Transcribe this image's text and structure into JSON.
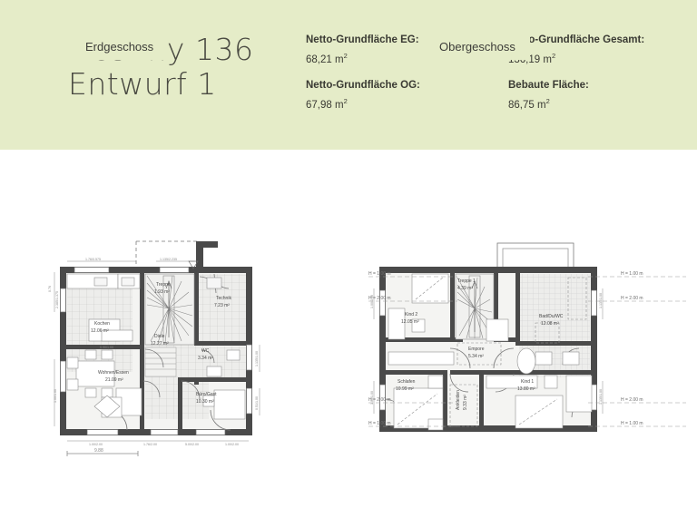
{
  "header": {
    "title_line1": "Destiny 136",
    "title_line2": "Entwurf 1",
    "background_color": "#e5ecc8",
    "stats": [
      {
        "label": "Netto-Grundfläche EG:",
        "value": "68,21 m",
        "unit": "2"
      },
      {
        "label": "Netto-Grundfläche OG:",
        "value": "67,98 m",
        "unit": "2"
      },
      {
        "label": "Netto-Grundfläche Gesamt:",
        "value": "136,19 m",
        "unit": "2"
      },
      {
        "label": "Bebaute Fläche:",
        "value": "86,75 m",
        "unit": "2"
      }
    ]
  },
  "floors": {
    "eg": {
      "badge": "Erdgeschoss",
      "rooms": [
        {
          "name": "Kochen",
          "area": "12.06 m²"
        },
        {
          "name": "Treppe",
          "area": "1.93 m²"
        },
        {
          "name": "Diele",
          "area": "12.27 m²"
        },
        {
          "name": "Technik",
          "area": "7.23 m²"
        },
        {
          "name": "WC",
          "area": "3.34 m²"
        },
        {
          "name": "Wohnen/Essen",
          "area": "21.09 m²"
        },
        {
          "name": "Büro/Gast",
          "area": "10.30 m²"
        }
      ],
      "overall_dimension": "9.88",
      "dimension_labels": [
        "1.76/0.575",
        "1.135/2.235",
        "1.00/2.00",
        "1.76/2.00",
        "5.00/2.00",
        "1.00/2.00",
        "0.76",
        "2.385/1.375",
        "1.00/1.00",
        "1.135/1.00",
        "0.51/1.00",
        "0.90/1.00"
      ]
    },
    "og": {
      "badge": "Obergeschoss",
      "rooms": [
        {
          "name": "Kind 2",
          "area": "12.05 m²"
        },
        {
          "name": "Treppe 1",
          "area": "4.39 m²"
        },
        {
          "name": "Bad/Du/WC",
          "area": "12.08 m²"
        },
        {
          "name": "Empore",
          "area": "5.34 m²"
        },
        {
          "name": "Schlafen",
          "area": "10.99 m²"
        },
        {
          "name": "Ankleiden",
          "area": "9.33 m²"
        },
        {
          "name": "Kind 1",
          "area": "13.80 m²"
        }
      ],
      "height_markers_left": [
        "H = 1.00 m",
        "H = 2.00 m",
        "H = 2.00 m",
        "H = 1.00 m"
      ],
      "height_markers_right": [
        "H = 1.00 m",
        "H = 2.00 m",
        "H = 2.00 m",
        "H = 1.00 m"
      ],
      "dimension_labels": [
        "1.00/1.00",
        "1.00/1.00",
        "1.135/1.00",
        "1.135/1.00"
      ]
    }
  },
  "colors": {
    "band": "#e5ecc8",
    "wall": "#4a4a4a",
    "room_fill": "#f4f4f2",
    "tile_fill": "#ededeb",
    "page": "#ffffff"
  }
}
